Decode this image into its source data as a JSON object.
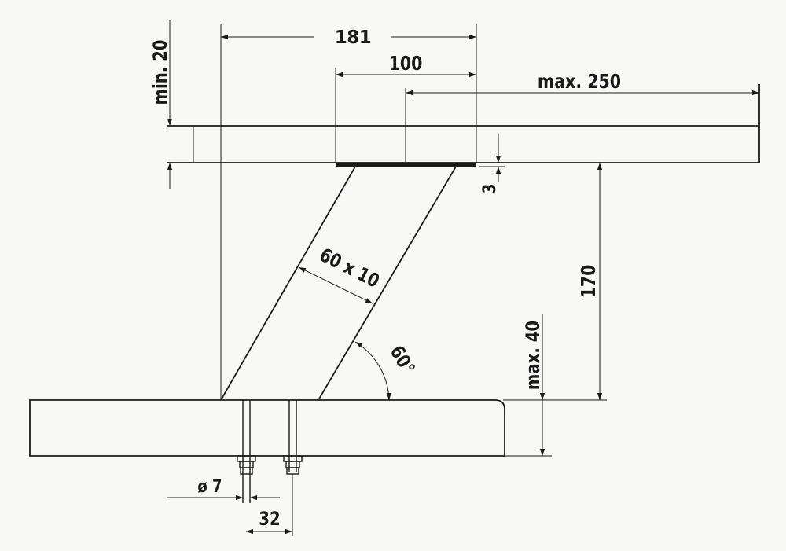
{
  "dimensions": {
    "span": "181",
    "pad_width": "100",
    "max_overhang": "max. 250",
    "min_top_thickness": "min. 20",
    "pad_thickness": "3",
    "height": "170",
    "profile": "60 x 10",
    "angle": "60°",
    "max_base_thickness": "max. 40",
    "bolt_diameter": "ø 7",
    "bolt_spacing": "32"
  },
  "colors": {
    "line": "#1a1a1a",
    "paper": "#f8f8f6"
  }
}
